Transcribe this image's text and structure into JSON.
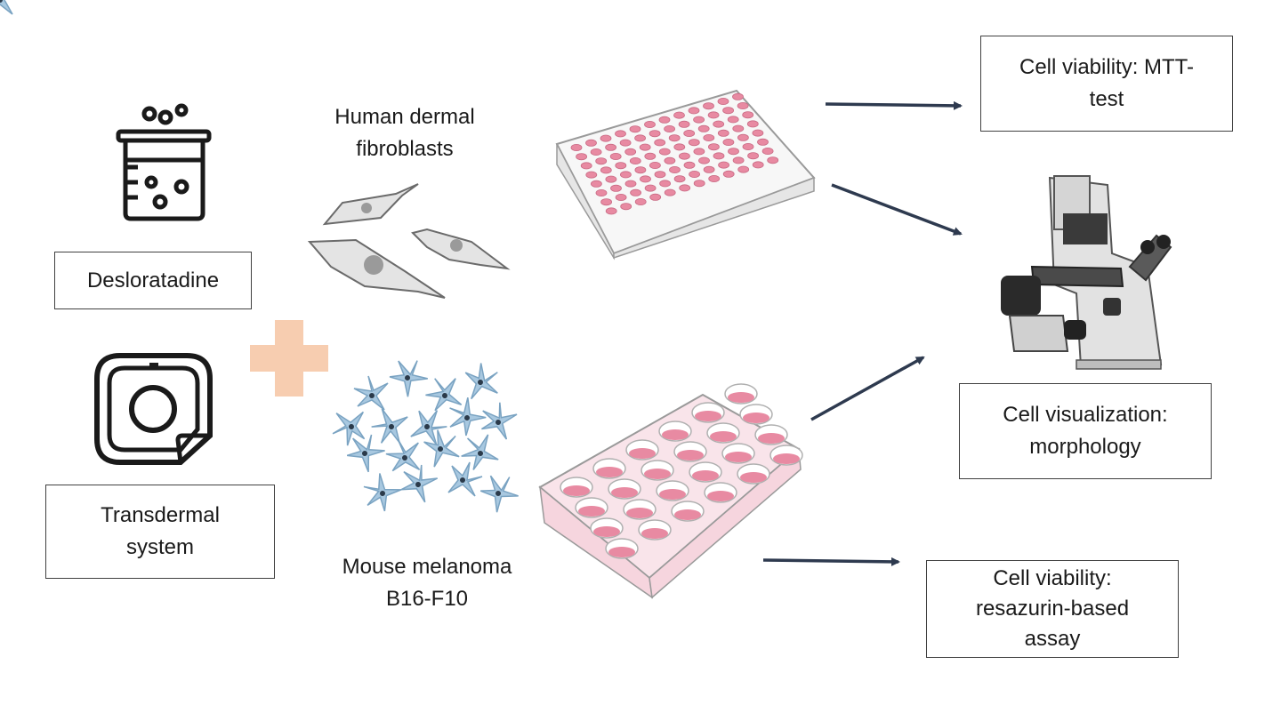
{
  "inputs": {
    "drug_label": "Desloratadine",
    "system_label": "Transdermal\nsystem"
  },
  "cells": {
    "fibroblasts_label": "Human dermal\nfibroblasts",
    "melanoma_label": "Mouse melanoma\nB16-F10"
  },
  "outputs": {
    "mtt_label": "Cell viability: MTT-\ntest",
    "morphology_label": "Cell visualization:\nmorphology",
    "resazurin_label": "Cell viability:\nresazurin-based\nassay"
  },
  "colors": {
    "arrow": "#2e3a4f",
    "plus": "#f7cdb0",
    "well_pink": "#e88aa2",
    "melanoma_cell": "#a8c8e0",
    "fibroblast": "#dcdcdc",
    "icon_stroke": "#1a1a1a"
  },
  "icons": [
    "beaker-icon",
    "patch-icon",
    "plus-icon",
    "fibroblast-cells",
    "melanoma-cells",
    "96-well-plate",
    "24-well-plate",
    "microscope-icon"
  ]
}
